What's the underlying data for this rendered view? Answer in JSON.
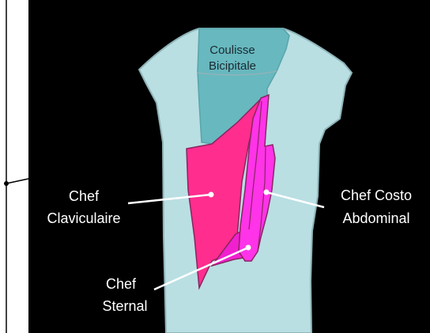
{
  "labels": {
    "groove_line1": "Coulisse",
    "groove_line2": "Bicipitale",
    "clavicular_line1": "Chef",
    "clavicular_line2": "Claviculaire",
    "costo_line1": "Chef Costo",
    "costo_line2": "Abdominal",
    "sternal_line1": "Chef",
    "sternal_line2": "Sternal"
  },
  "colors": {
    "background": "#000000",
    "left_panel": "#ffffff",
    "humerus_fill": "#b9dfe3",
    "humerus_stroke": "#8fb3b8",
    "groove_fill": "#68b8bf",
    "clavicular_head": "#ff2d8e",
    "sternal_head": "#f020cf",
    "costo_abdominal_head": "#ff33e8",
    "muscle_stroke": "#8a2560",
    "leader_lines": "#ffffff"
  }
}
